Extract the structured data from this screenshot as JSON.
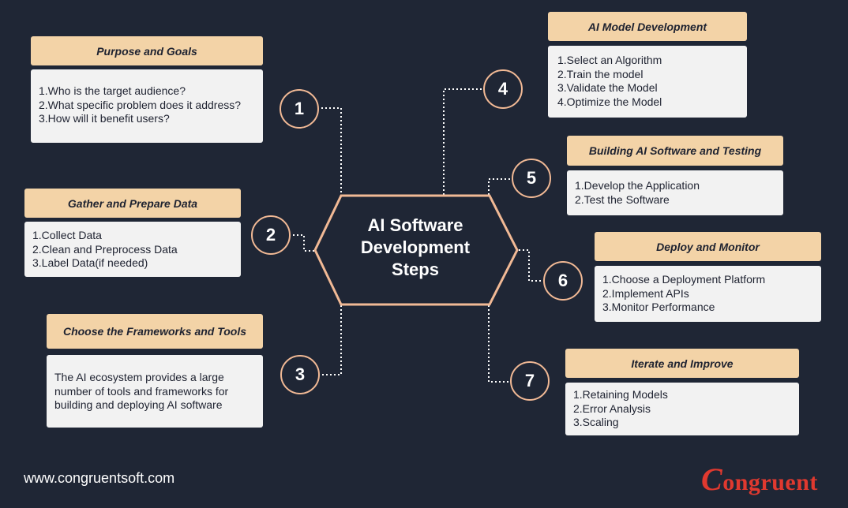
{
  "center": {
    "line1": "AI Software",
    "line2": "Development",
    "line3": "Steps"
  },
  "steps": [
    {
      "number": "1",
      "header": "Purpose and Goals",
      "items": [
        "1.Who is the target audience?",
        "2.What specific problem does it address?",
        "3.How will it benefit users?"
      ]
    },
    {
      "number": "2",
      "header": "Gather and Prepare Data",
      "items": [
        "1.Collect Data",
        "2.Clean and Preprocess Data",
        "3.Label Data(if needed)"
      ]
    },
    {
      "number": "3",
      "header": "Choose the Frameworks and Tools",
      "items": [
        "The AI ecosystem provides a large",
        "number of tools and frameworks for",
        "building and deploying AI software"
      ]
    },
    {
      "number": "4",
      "header": "AI Model Development",
      "items": [
        "1.Select an Algorithm",
        "2.Train the model",
        "3.Validate the Model",
        "4.Optimize the Model"
      ]
    },
    {
      "number": "5",
      "header": "Building AI Software and Testing",
      "items": [
        "1.Develop the Application",
        "2.Test the Software"
      ]
    },
    {
      "number": "6",
      "header": "Deploy and Monitor",
      "items": [
        "1.Choose a Deployment Platform",
        "2.Implement APIs",
        "3.Monitor Performance"
      ]
    },
    {
      "number": "7",
      "header": "Iterate and Improve",
      "items": [
        "1.Retaining Models",
        "2.Error Analysis",
        "3.Scaling"
      ]
    }
  ],
  "footer": {
    "website": "www.congruentsoft.com",
    "logo_initial": "C",
    "logo_rest": "ongruent"
  },
  "colors": {
    "background": "#1f2635",
    "header": "#f3d3a7",
    "body": "#f2f2f2",
    "accent": "#f1b995",
    "logo": "#e0392f"
  }
}
